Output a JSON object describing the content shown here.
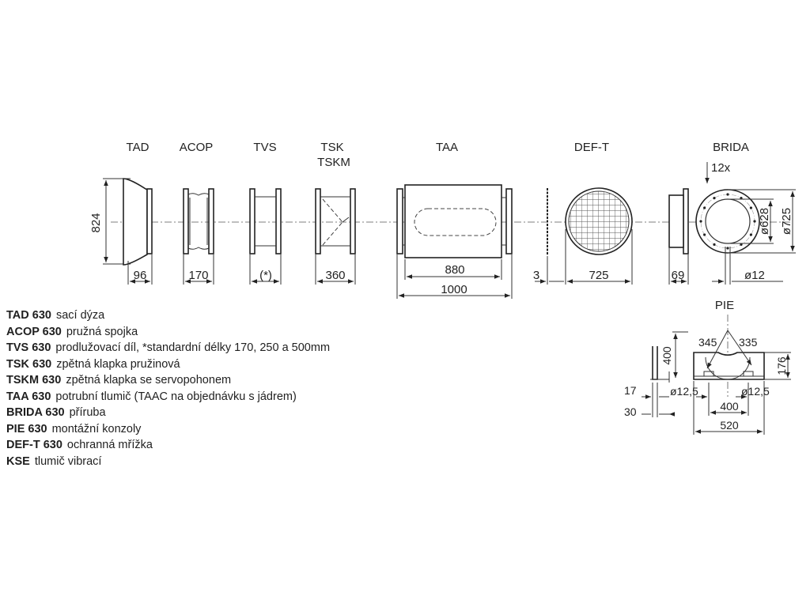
{
  "components": [
    {
      "code": "TAD",
      "dim": "96"
    },
    {
      "code": "ACOP",
      "dim": "170"
    },
    {
      "code": "TVS",
      "dim": "(*)"
    },
    {
      "code": "TSK",
      "code2": "TSKM",
      "dim": "360"
    },
    {
      "code": "TAA",
      "dim_inner": "880",
      "dim_outer": "1000"
    },
    {
      "code": "DEF-T",
      "dim_left": "3",
      "dim": "725"
    },
    {
      "code": "BRIDA",
      "dim_left": "69",
      "hole_count": "12x",
      "hole_dim": "ø12",
      "dia_inner": "ø628",
      "dia_outer": "ø725"
    }
  ],
  "height_dim": "824",
  "pie": {
    "title": "PIE",
    "dims": {
      "d345": "345",
      "d335": "335",
      "d400v": "400",
      "d176": "176",
      "d17": "17",
      "d30": "30",
      "hole_left": "ø12,5",
      "hole_right": "ø12,5",
      "d400h": "400",
      "d520": "520"
    }
  },
  "legend": [
    {
      "code": "TAD 630",
      "text": "sací dýza"
    },
    {
      "code": "ACOP 630",
      "text": "pružná spojka"
    },
    {
      "code": "TVS 630",
      "text": "prodlužovací díl, *standardní délky 170, 250 a 500mm"
    },
    {
      "code": "TSK 630",
      "text": "zpětná klapka pružinová"
    },
    {
      "code": "TSKM 630",
      "text": "zpětná klapka se servopohonem"
    },
    {
      "code": "TAA 630",
      "text": "potrubní tlumič (TAAC na objednávku s jádrem)"
    },
    {
      "code": "BRIDA 630",
      "text": "příruba"
    },
    {
      "code": "PIE 630",
      "text": "montážní konzoly"
    },
    {
      "code": "DEF-T 630",
      "text": "ochranná mřížka"
    },
    {
      "code": "KSE",
      "text": "tlumič vibrací"
    }
  ]
}
